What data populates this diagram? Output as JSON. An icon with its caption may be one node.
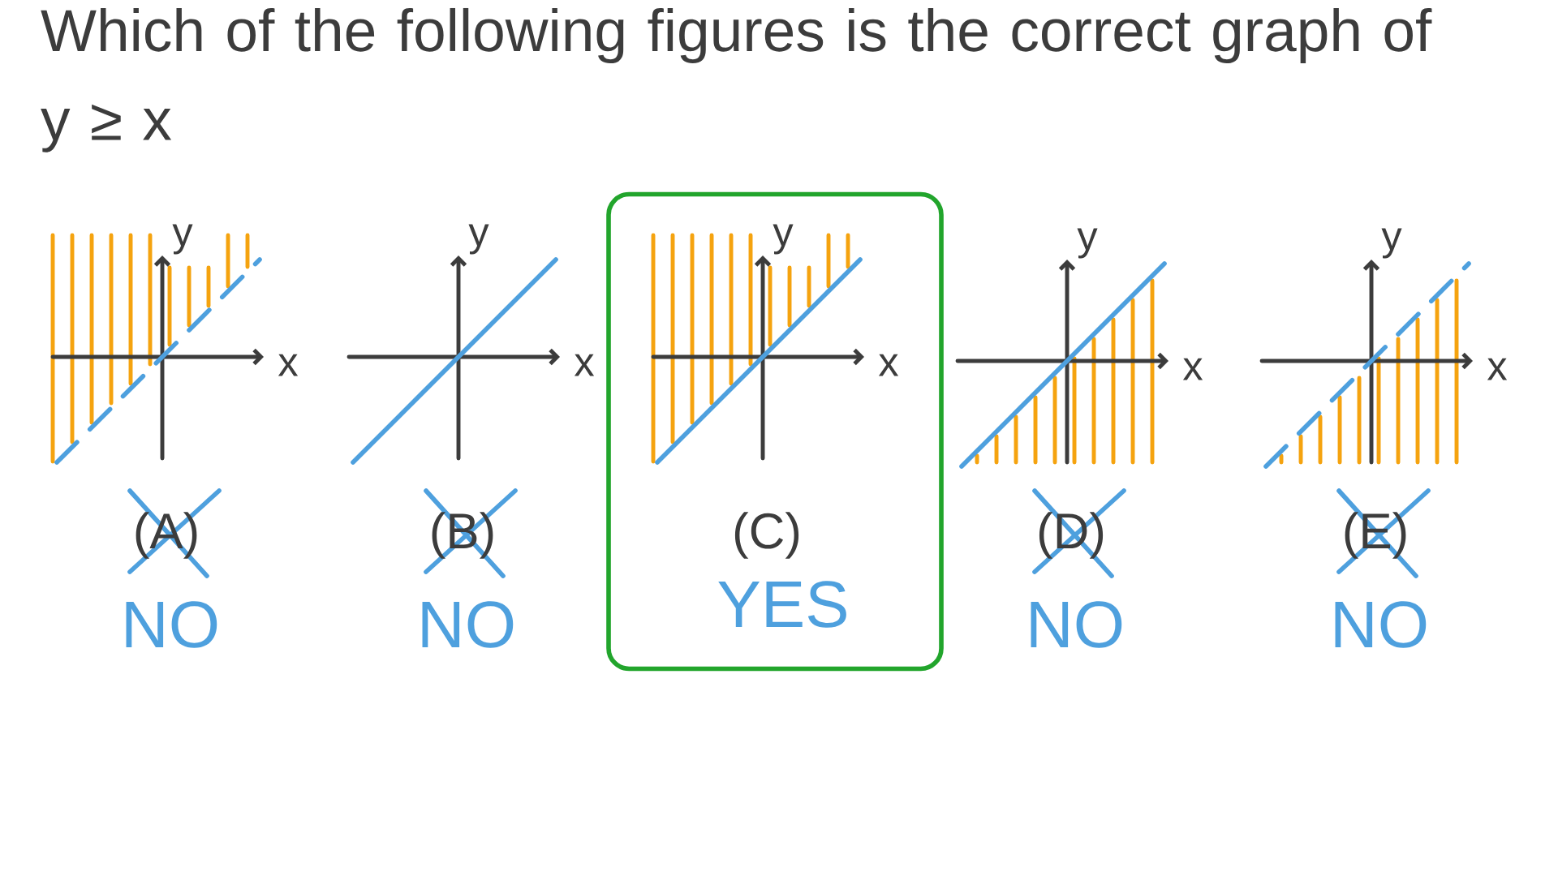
{
  "diagram": {
    "title": "Which of the following figures is the correct graph of y ≥ x",
    "nodes": [
      {
        "text": [
          "(C)",
          "YES"
        ]
      }
    ],
    "labels": [
      "y",
      "x",
      "y",
      "x",
      "y",
      "x",
      "y",
      "x",
      "y",
      "x",
      "(A)",
      "(B)",
      "(D)",
      "(E)",
      "NO",
      "NO",
      "NO",
      "NO"
    ]
  }
}
